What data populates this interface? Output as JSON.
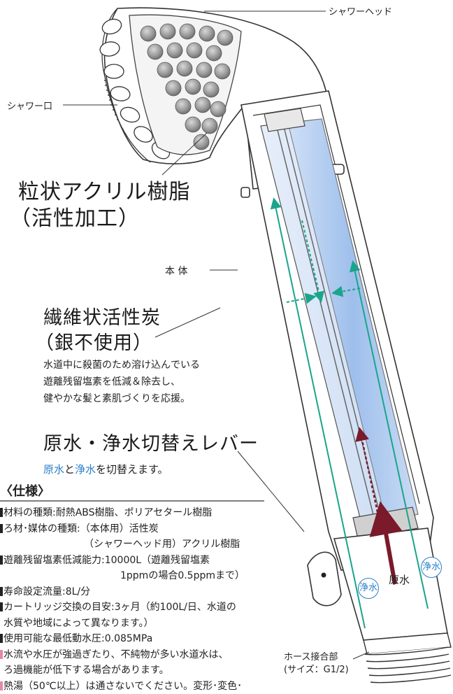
{
  "labels": {
    "shower_head": "シャワーヘッド",
    "shower_mouth": "シャワー口",
    "body": "本 体",
    "hose_joint": "ホース接合部",
    "hose_size": "(サイズ：G1/2)"
  },
  "acrylic": {
    "line1": "粒状アクリル樹脂",
    "line2": "（活性加工）"
  },
  "carbon": {
    "line1": "繊維状活性炭",
    "line2": "（銀不使用）",
    "desc": [
      "水道中に殺菌のため溶け込んでいる",
      "遊離残留塩素を低減＆除去し、",
      "健やかな髪と素肌づくりを応援。"
    ]
  },
  "lever": {
    "title": "原水・浄水切替えレバー",
    "raw": "原水",
    "and": "と",
    "pure": "浄水",
    "rest": "を切替えます。"
  },
  "flow_tags": {
    "pure": "浄水",
    "raw": "原水"
  },
  "spec": {
    "title": "〈仕様〉",
    "lines": [
      "材料の種類:耐熱ABS樹脂、ポリアセタール樹脂",
      "ろ材･媒体の種類:（本体用）活性炭",
      "（シャワーヘッド用）アクリル樹脂",
      "遊離残留塩素低減能力:10000L（遊離残留塩素",
      "1ppmの場合0.5ppmまで）",
      "寿命設定流量:8L/分",
      "カートリッジ交換の目安:3ヶ月（約100L/日、水道の",
      "水質や地域によって異なります。）",
      "使用可能な最低動水圧:0.085MPa",
      "水流や水圧が強過ぎたり、不純物が多い水道水は、",
      "ろ過機能が低下する場合があります。",
      "熱湯（50℃以上）は通さないでください。変形･変色･"
    ]
  },
  "colors": {
    "green": "#1aa58a",
    "dark_red": "#7a1a2a",
    "blue_text": "#2a7fc9",
    "filter_blue": "#bcd3f0"
  }
}
